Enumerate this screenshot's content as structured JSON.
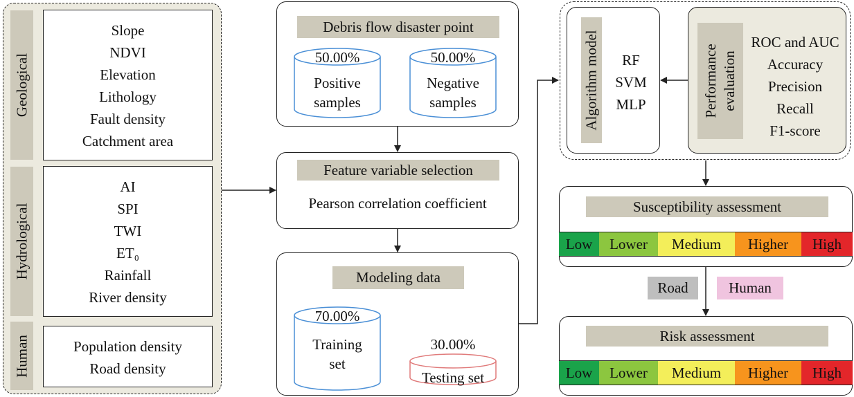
{
  "factors": {
    "geological": {
      "label": "Geological",
      "items": [
        "Slope",
        "NDVI",
        "Elevation",
        "Lithology",
        "Fault density",
        "Catchment area"
      ]
    },
    "hydrological": {
      "label": "Hydrological",
      "items": [
        "AI",
        "SPI",
        "TWI",
        "ET₀",
        "Rainfall",
        "River density"
      ]
    },
    "human": {
      "label": "Human",
      "items": [
        "Population density",
        "Road density"
      ]
    }
  },
  "disaster_point": {
    "title": "Debris flow disaster point",
    "positive": {
      "percent": "50.00%",
      "line1": "Positive",
      "line2": "samples"
    },
    "negative": {
      "percent": "50.00%",
      "line1": "Negative",
      "line2": "samples"
    }
  },
  "feature_selection": {
    "title": "Feature variable selection",
    "method": "Pearson correlation coefficient"
  },
  "modeling": {
    "title": "Modeling data",
    "training": {
      "percent": "70.00%",
      "line1": "Training",
      "line2": "set"
    },
    "testing": {
      "percent": "30.00%",
      "label": "Testing set"
    }
  },
  "algorithm": {
    "label": "Algorithm model",
    "items": [
      "RF",
      "SVM",
      "MLP"
    ]
  },
  "performance": {
    "label_line1": "Performance",
    "label_line2": "evaluation",
    "items": [
      "ROC and AUC",
      "Accuracy",
      "Precision",
      "Recall",
      "F1-score"
    ]
  },
  "susceptibility": {
    "title": "Susceptibility assessment",
    "levels": [
      {
        "label": "Low",
        "color": "#1aa34a"
      },
      {
        "label": "Lower",
        "color": "#8cc63f"
      },
      {
        "label": "Medium",
        "color": "#f3ee5a"
      },
      {
        "label": "Higher",
        "color": "#f7941d"
      },
      {
        "label": "High",
        "color": "#e3262a"
      }
    ]
  },
  "tags": {
    "road": {
      "label": "Road",
      "color": "#bebebe"
    },
    "human": {
      "label": "Human",
      "color": "#f0c4df"
    }
  },
  "risk": {
    "title": "Risk assessment",
    "levels": [
      {
        "label": "Low",
        "color": "#1aa34a"
      },
      {
        "label": "Lower",
        "color": "#8cc63f"
      },
      {
        "label": "Medium",
        "color": "#f3ee5a"
      },
      {
        "label": "Higher",
        "color": "#f7941d"
      },
      {
        "label": "High",
        "color": "#e3262a"
      }
    ]
  }
}
